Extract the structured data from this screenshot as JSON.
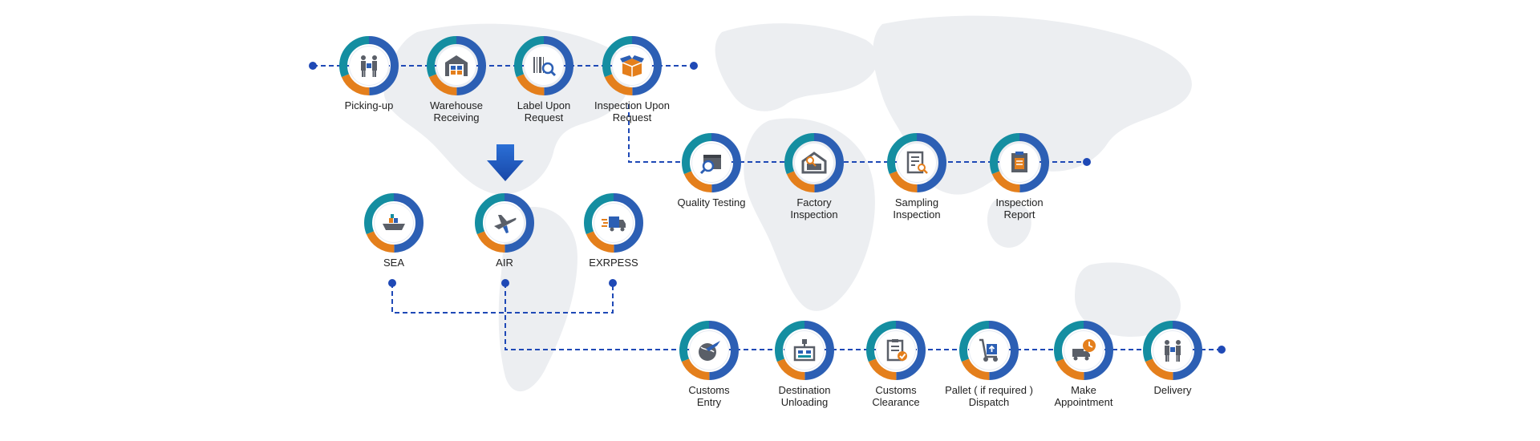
{
  "colors": {
    "ring_blue": "#2c5fb4",
    "ring_dark_blue": "#1f3f9c",
    "ring_teal": "#148ea1",
    "ring_orange": "#e47f1c",
    "dash_blue": "#1f49b6",
    "icon_gray": "#5a5f68",
    "map_gray": "#e7e9ec"
  },
  "pickup_steps": [
    {
      "icon": "people-handshake-icon",
      "lines": [
        "Picking-up"
      ]
    },
    {
      "icon": "warehouse-icon",
      "lines": [
        "Warehouse",
        "Receiving"
      ]
    },
    {
      "icon": "barcode-magnifier-icon",
      "lines": [
        "Label Upon",
        "Request"
      ]
    },
    {
      "icon": "open-box-icon",
      "lines": [
        "Inspection Upon",
        "Request"
      ]
    }
  ],
  "inspection_steps": [
    {
      "icon": "box-magnifier-icon",
      "lines": [
        "Quality Testing"
      ]
    },
    {
      "icon": "factory-icon",
      "lines": [
        "Factory",
        "Inspection"
      ]
    },
    {
      "icon": "document-magnifier-icon",
      "lines": [
        "Sampling",
        "Inspection"
      ]
    },
    {
      "icon": "report-icon",
      "lines": [
        "Inspection",
        "Report"
      ]
    }
  ],
  "transport_modes": [
    {
      "icon": "ship-icon",
      "lines": [
        "SEA"
      ]
    },
    {
      "icon": "airplane-icon",
      "lines": [
        "AIR"
      ]
    },
    {
      "icon": "express-truck-icon",
      "lines": [
        "EXRPESS"
      ]
    }
  ],
  "delivery_steps": [
    {
      "icon": "globe-plane-icon",
      "lines": [
        "Customs",
        "Entry"
      ]
    },
    {
      "icon": "unloading-icon",
      "lines": [
        "Destination",
        "Unloading"
      ]
    },
    {
      "icon": "clipboard-check-icon",
      "lines": [
        "Customs",
        "Clearance"
      ]
    },
    {
      "icon": "hand-truck-icon",
      "lines": [
        "Pallet ( if required )",
        "Dispatch"
      ]
    },
    {
      "icon": "truck-clock-icon",
      "lines": [
        "Make",
        "Appointment"
      ]
    },
    {
      "icon": "delivery-handover-icon",
      "lines": [
        "Delivery"
      ]
    }
  ]
}
